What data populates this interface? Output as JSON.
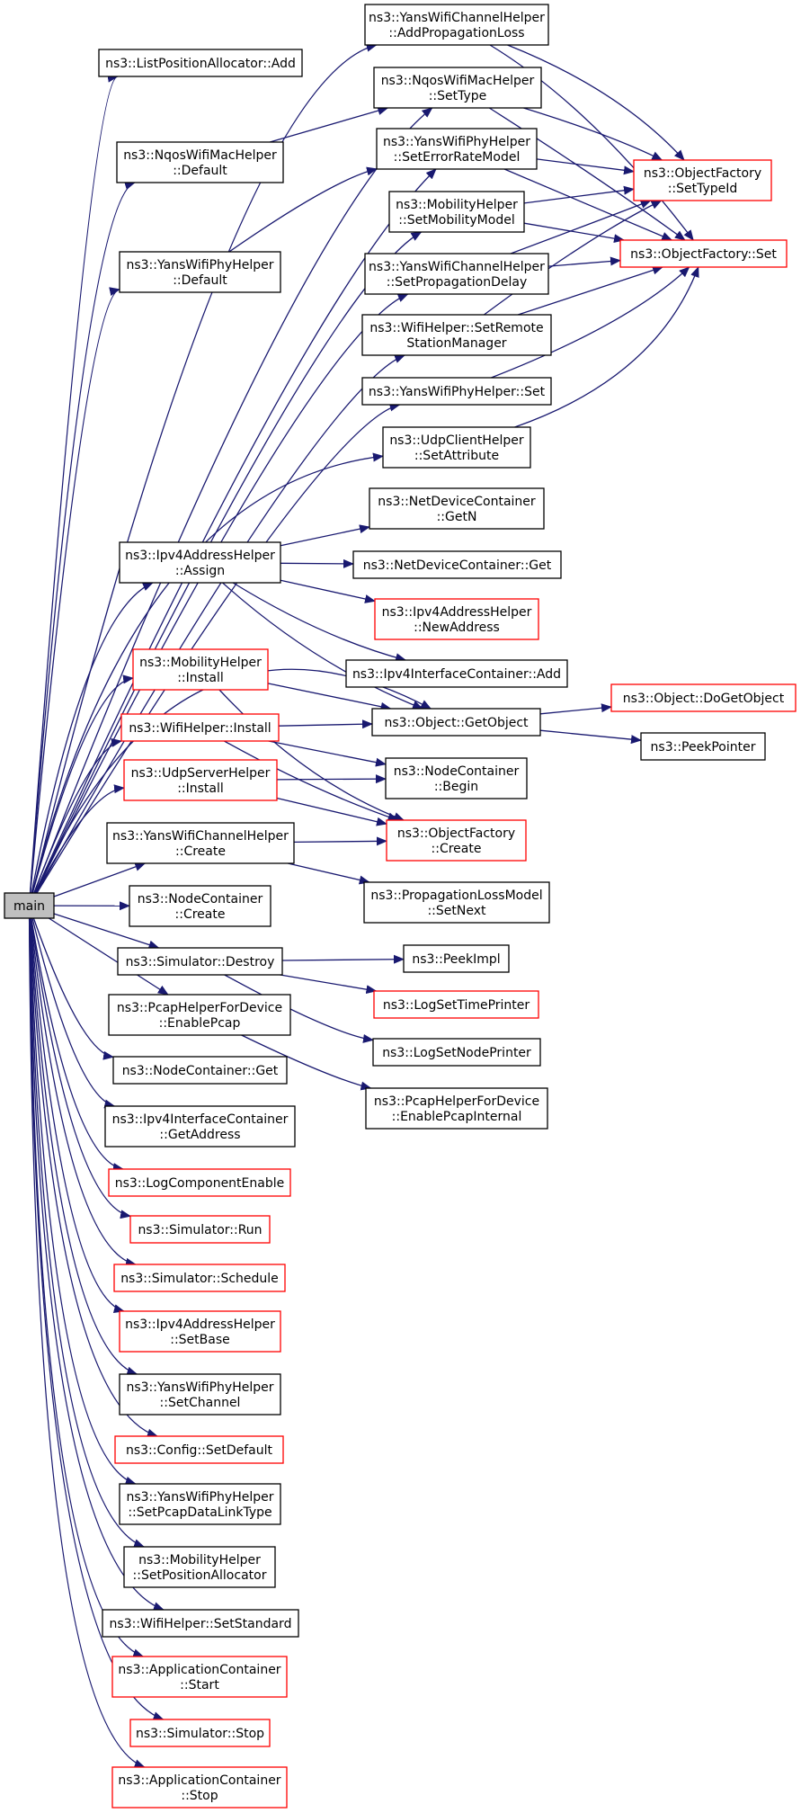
{
  "colors": {
    "edge": "#191970",
    "border_normal": "#000000",
    "border_highlight": "#ff0000",
    "root_fill": "#bfbfbf",
    "node_fill": "#ffffff"
  },
  "nodes": {
    "main": {
      "lines": [
        "main"
      ]
    },
    "list_position_allocator_add": {
      "lines": [
        "ns3::ListPositionAllocator::Add"
      ]
    },
    "yans_channel_add_propagation_loss": {
      "lines": [
        "ns3::YansWifiChannelHelper",
        "::AddPropagationLoss"
      ]
    },
    "nqos_mac_set_type": {
      "lines": [
        "ns3::NqosWifiMacHelper",
        "::SetType"
      ]
    },
    "nqos_mac_default": {
      "lines": [
        "ns3::NqosWifiMacHelper",
        "::Default"
      ]
    },
    "yans_phy_set_error_rate_model": {
      "lines": [
        "ns3::YansWifiPhyHelper",
        "::SetErrorRateModel"
      ]
    },
    "object_factory_set_type_id": {
      "lines": [
        "ns3::ObjectFactory",
        "::SetTypeId"
      ]
    },
    "mobility_set_mobility_model": {
      "lines": [
        "ns3::MobilityHelper",
        "::SetMobilityModel"
      ]
    },
    "yans_phy_default": {
      "lines": [
        "ns3::YansWifiPhyHelper",
        "::Default"
      ]
    },
    "object_factory_set": {
      "lines": [
        "ns3::ObjectFactory::Set"
      ]
    },
    "yans_channel_set_propagation_delay": {
      "lines": [
        "ns3::YansWifiChannelHelper",
        "::SetPropagationDelay"
      ]
    },
    "wifi_set_remote_station_manager": {
      "lines": [
        "ns3::WifiHelper::SetRemote",
        "StationManager"
      ]
    },
    "yans_phy_set": {
      "lines": [
        "ns3::YansWifiPhyHelper::Set"
      ]
    },
    "udp_client_set_attribute": {
      "lines": [
        "ns3::UdpClientHelper",
        "::SetAttribute"
      ]
    },
    "netdevice_get_n": {
      "lines": [
        "ns3::NetDeviceContainer",
        "::GetN"
      ]
    },
    "ipv4_address_assign": {
      "lines": [
        "ns3::Ipv4AddressHelper",
        "::Assign"
      ]
    },
    "netdevice_get": {
      "lines": [
        "ns3::NetDeviceContainer::Get"
      ]
    },
    "ipv4_address_new_address": {
      "lines": [
        "ns3::Ipv4AddressHelper",
        "::NewAddress"
      ]
    },
    "ipv4_interface_add": {
      "lines": [
        "ns3::Ipv4InterfaceContainer::Add"
      ]
    },
    "mobility_install": {
      "lines": [
        "ns3::MobilityHelper",
        "::Install"
      ]
    },
    "object_do_get_object": {
      "lines": [
        "ns3::Object::DoGetObject"
      ]
    },
    "wifi_install": {
      "lines": [
        "ns3::WifiHelper::Install"
      ]
    },
    "object_get_object": {
      "lines": [
        "ns3::Object::GetObject"
      ]
    },
    "peek_pointer": {
      "lines": [
        "ns3::PeekPointer"
      ]
    },
    "udp_server_install": {
      "lines": [
        "ns3::UdpServerHelper",
        "::Install"
      ]
    },
    "node_container_begin": {
      "lines": [
        "ns3::NodeContainer",
        "::Begin"
      ]
    },
    "yans_channel_create": {
      "lines": [
        "ns3::YansWifiChannelHelper",
        "::Create"
      ]
    },
    "object_factory_create": {
      "lines": [
        "ns3::ObjectFactory",
        "::Create"
      ]
    },
    "node_container_create": {
      "lines": [
        "ns3::NodeContainer",
        "::Create"
      ]
    },
    "propagation_loss_set_next": {
      "lines": [
        "ns3::PropagationLossModel",
        "::SetNext"
      ]
    },
    "simulator_destroy": {
      "lines": [
        "ns3::Simulator::Destroy"
      ]
    },
    "peek_impl": {
      "lines": [
        "ns3::PeekImpl"
      ]
    },
    "log_set_time_printer": {
      "lines": [
        "ns3::LogSetTimePrinter"
      ]
    },
    "pcap_enable_pcap": {
      "lines": [
        "ns3::PcapHelperForDevice",
        "::EnablePcap"
      ]
    },
    "log_set_node_printer": {
      "lines": [
        "ns3::LogSetNodePrinter"
      ]
    },
    "node_container_get": {
      "lines": [
        "ns3::NodeContainer::Get"
      ]
    },
    "pcap_enable_pcap_internal": {
      "lines": [
        "ns3::PcapHelperForDevice",
        "::EnablePcapInternal"
      ]
    },
    "ipv4_interface_get_address": {
      "lines": [
        "ns3::Ipv4InterfaceContainer",
        "::GetAddress"
      ]
    },
    "log_component_enable": {
      "lines": [
        "ns3::LogComponentEnable"
      ]
    },
    "simulator_run": {
      "lines": [
        "ns3::Simulator::Run"
      ]
    },
    "simulator_schedule": {
      "lines": [
        "ns3::Simulator::Schedule"
      ]
    },
    "ipv4_address_set_base": {
      "lines": [
        "ns3::Ipv4AddressHelper",
        "::SetBase"
      ]
    },
    "yans_phy_set_channel": {
      "lines": [
        "ns3::YansWifiPhyHelper",
        "::SetChannel"
      ]
    },
    "config_set_default": {
      "lines": [
        "ns3::Config::SetDefault"
      ]
    },
    "yans_phy_set_pcap_data_link_type": {
      "lines": [
        "ns3::YansWifiPhyHelper",
        "::SetPcapDataLinkType"
      ]
    },
    "mobility_set_position_allocator": {
      "lines": [
        "ns3::MobilityHelper",
        "::SetPositionAllocator"
      ]
    },
    "wifi_set_standard": {
      "lines": [
        "ns3::WifiHelper::SetStandard"
      ]
    },
    "application_container_start": {
      "lines": [
        "ns3::ApplicationContainer",
        "::Start"
      ]
    },
    "simulator_stop": {
      "lines": [
        "ns3::Simulator::Stop"
      ]
    },
    "application_container_stop": {
      "lines": [
        "ns3::ApplicationContainer",
        "::Stop"
      ]
    }
  }
}
